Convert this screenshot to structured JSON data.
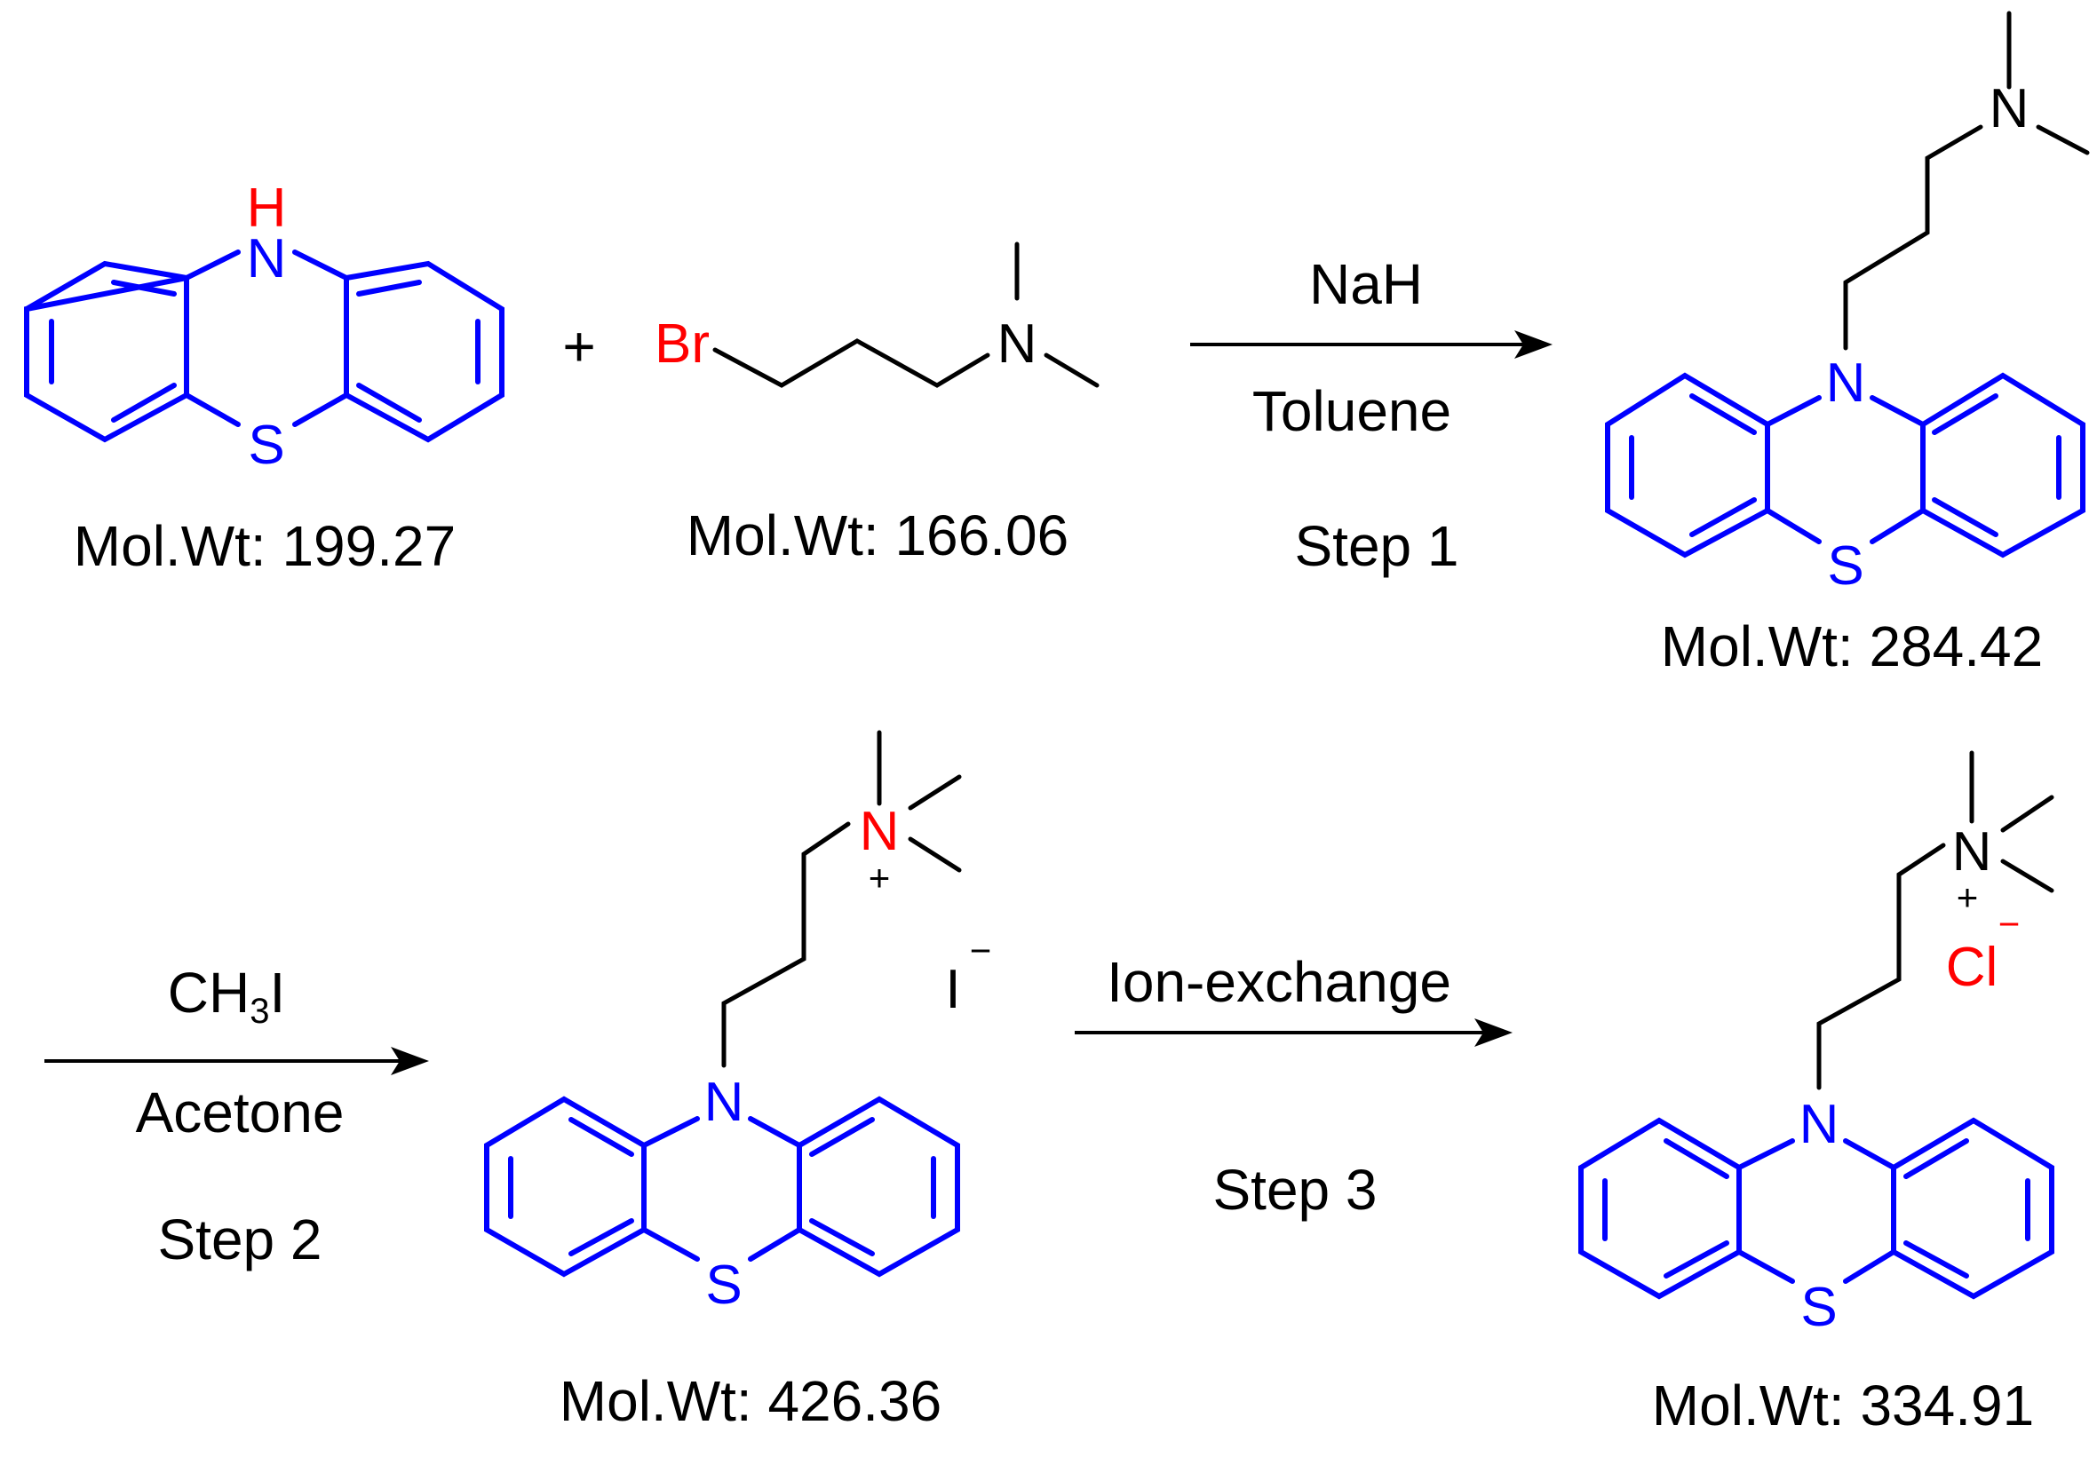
{
  "colors": {
    "ring": "#0000FF",
    "heteroatom_blue": "#0000FF",
    "heteroatom_red": "#FF0000",
    "chain": "#000000",
    "text": "#000000"
  },
  "compounds": {
    "phenothiazine": {
      "label": "Mol.Wt: 199.27",
      "atoms": {
        "h": "H",
        "n": "N",
        "s": "S"
      }
    },
    "bromo_amine": {
      "label": "Mol.Wt: 166.06",
      "atoms": {
        "br": "Br",
        "n": "N"
      }
    },
    "intermediate": {
      "label": "Mol.Wt: 284.42",
      "atoms": {
        "n_amine": "N",
        "n_ring": "N",
        "s": "S"
      }
    },
    "iodide_salt": {
      "label": "Mol.Wt: 426.36",
      "atoms": {
        "n_plus": "N",
        "plus": "+",
        "counter_ion": "I",
        "counter_charge": "−",
        "n_ring": "N",
        "s": "S"
      }
    },
    "chloride_salt": {
      "label": "Mol.Wt: 334.91",
      "atoms": {
        "n_plus": "N",
        "plus": "+",
        "counter_ion": "Cl",
        "counter_charge": "−",
        "n_ring": "N",
        "s": "S"
      }
    }
  },
  "plus_sign": "+",
  "steps": [
    {
      "reagent": "NaH",
      "solvent": "Toluene",
      "label": "Step 1"
    },
    {
      "reagent_prefix": "CH",
      "reagent_sub": "3",
      "reagent_suffix": "I",
      "solvent": "Acetone",
      "label": "Step 2"
    },
    {
      "reagent": "Ion-exchange",
      "label": "Step 3"
    }
  ]
}
